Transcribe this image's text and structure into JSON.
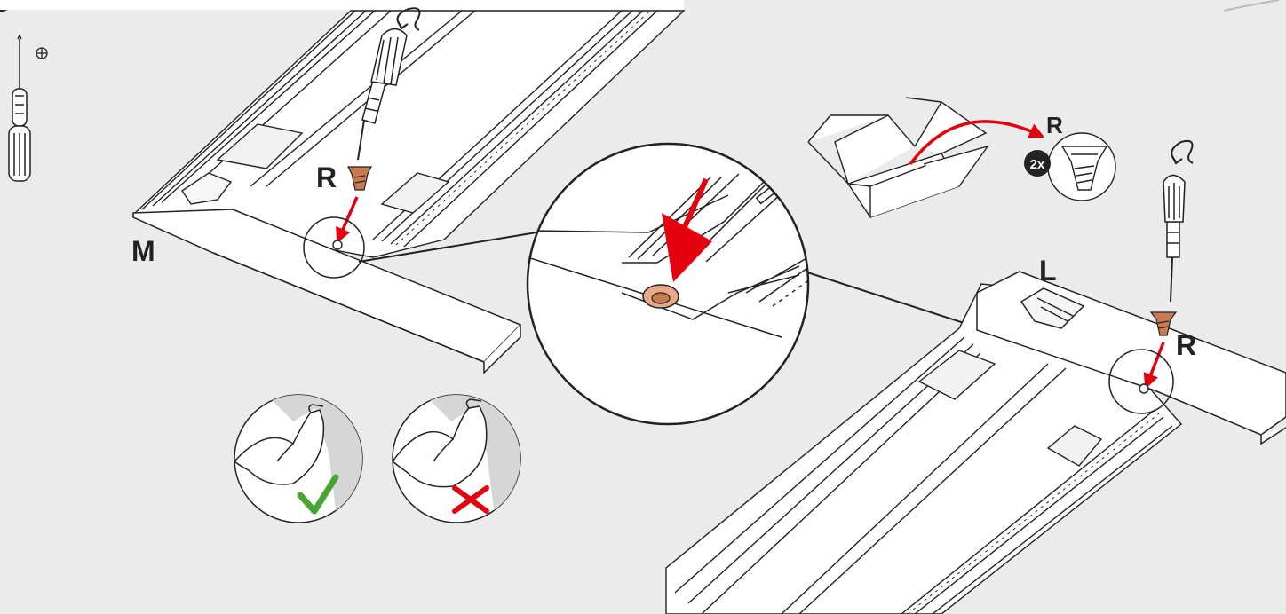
{
  "labels": {
    "part_m": "M",
    "part_l": "L",
    "screw_left": "R",
    "screw_right": "R",
    "screw_box": "R",
    "quantity": "2x"
  },
  "colors": {
    "background": "#ebebeb",
    "line": "#222222",
    "arrow": "#e3000f",
    "screw": "#c87a52",
    "check": "#46a533",
    "cross": "#e3000f"
  },
  "icons": {
    "tool": "phillips-screwdriver-icon",
    "drive_symbol": "phillips-plus-icon",
    "rotation": "rotate-clockwise-icon",
    "ok_force": "checkmark-icon",
    "too_much_force": "cross-icon"
  }
}
